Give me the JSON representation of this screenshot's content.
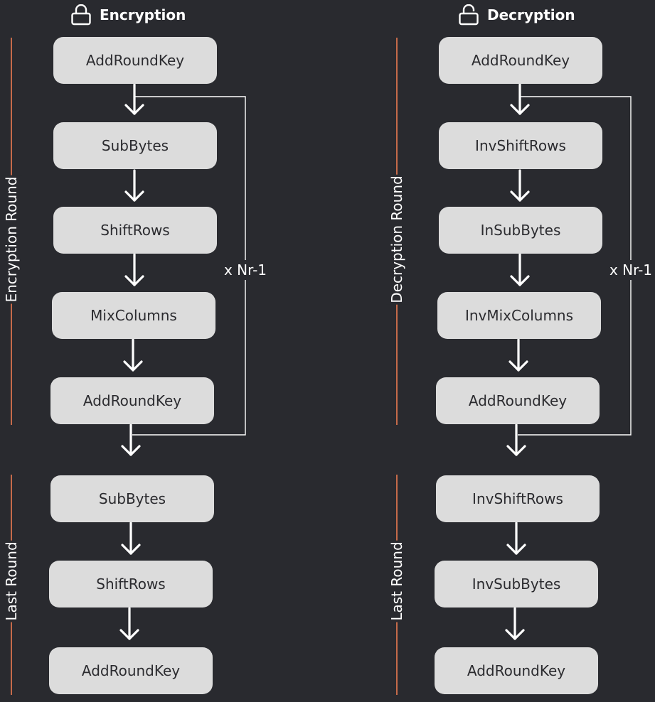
{
  "encryption": {
    "title": "Encryption",
    "round_label": "Encryption Round",
    "last_round_label": "Last Round",
    "loop_label": "x Nr-1",
    "boxes": [
      "AddRoundKey",
      "SubBytes",
      "ShiftRows",
      "MixColumns",
      "AddRoundKey"
    ],
    "last_boxes": [
      "SubBytes",
      "ShiftRows",
      "AddRoundKey"
    ]
  },
  "decryption": {
    "title": "Decryption",
    "round_label": "Decryption Round",
    "last_round_label": "Last Round",
    "loop_label": "x Nr-1",
    "boxes": [
      "AddRoundKey",
      "InvShiftRows",
      "InSubBytes",
      "InvMixColumns",
      "AddRoundKey"
    ],
    "last_boxes": [
      "InvShiftRows",
      "InvSubBytes",
      "AddRoundKey"
    ]
  },
  "colors": {
    "background": "#292a2f",
    "box": "#dcdcdc",
    "box_text": "#2b2b2f",
    "round_line": "#c56a4a",
    "arrow": "#ffffff"
  }
}
